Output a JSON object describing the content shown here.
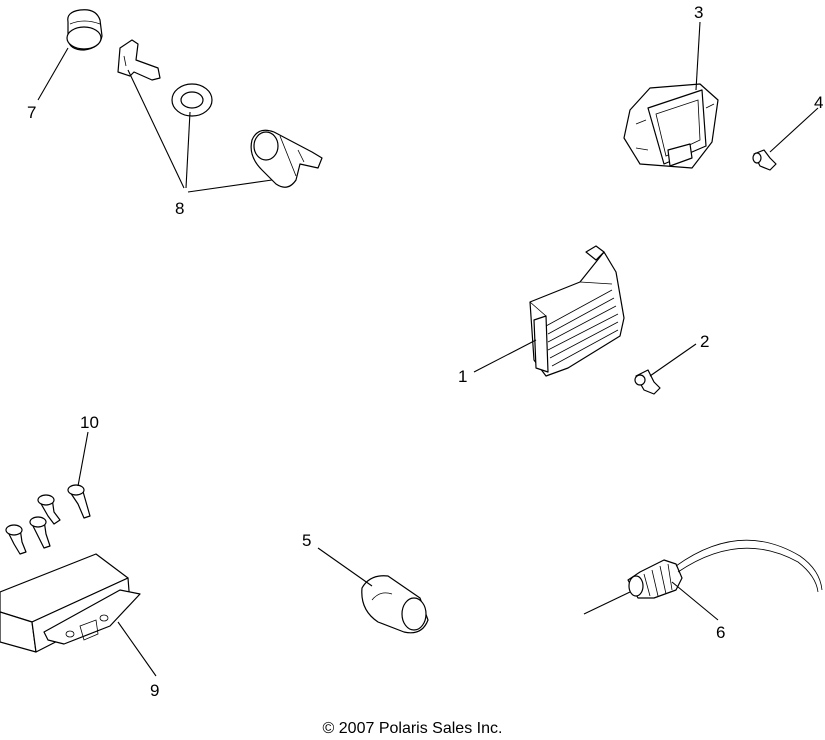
{
  "callouts": {
    "c1": "1",
    "c2": "2",
    "c3": "3",
    "c4": "4",
    "c5": "5",
    "c6": "6",
    "c7": "7",
    "c8": "8",
    "c9": "9",
    "c10": "10"
  },
  "copyright": "© 2007 Polaris Sales Inc."
}
